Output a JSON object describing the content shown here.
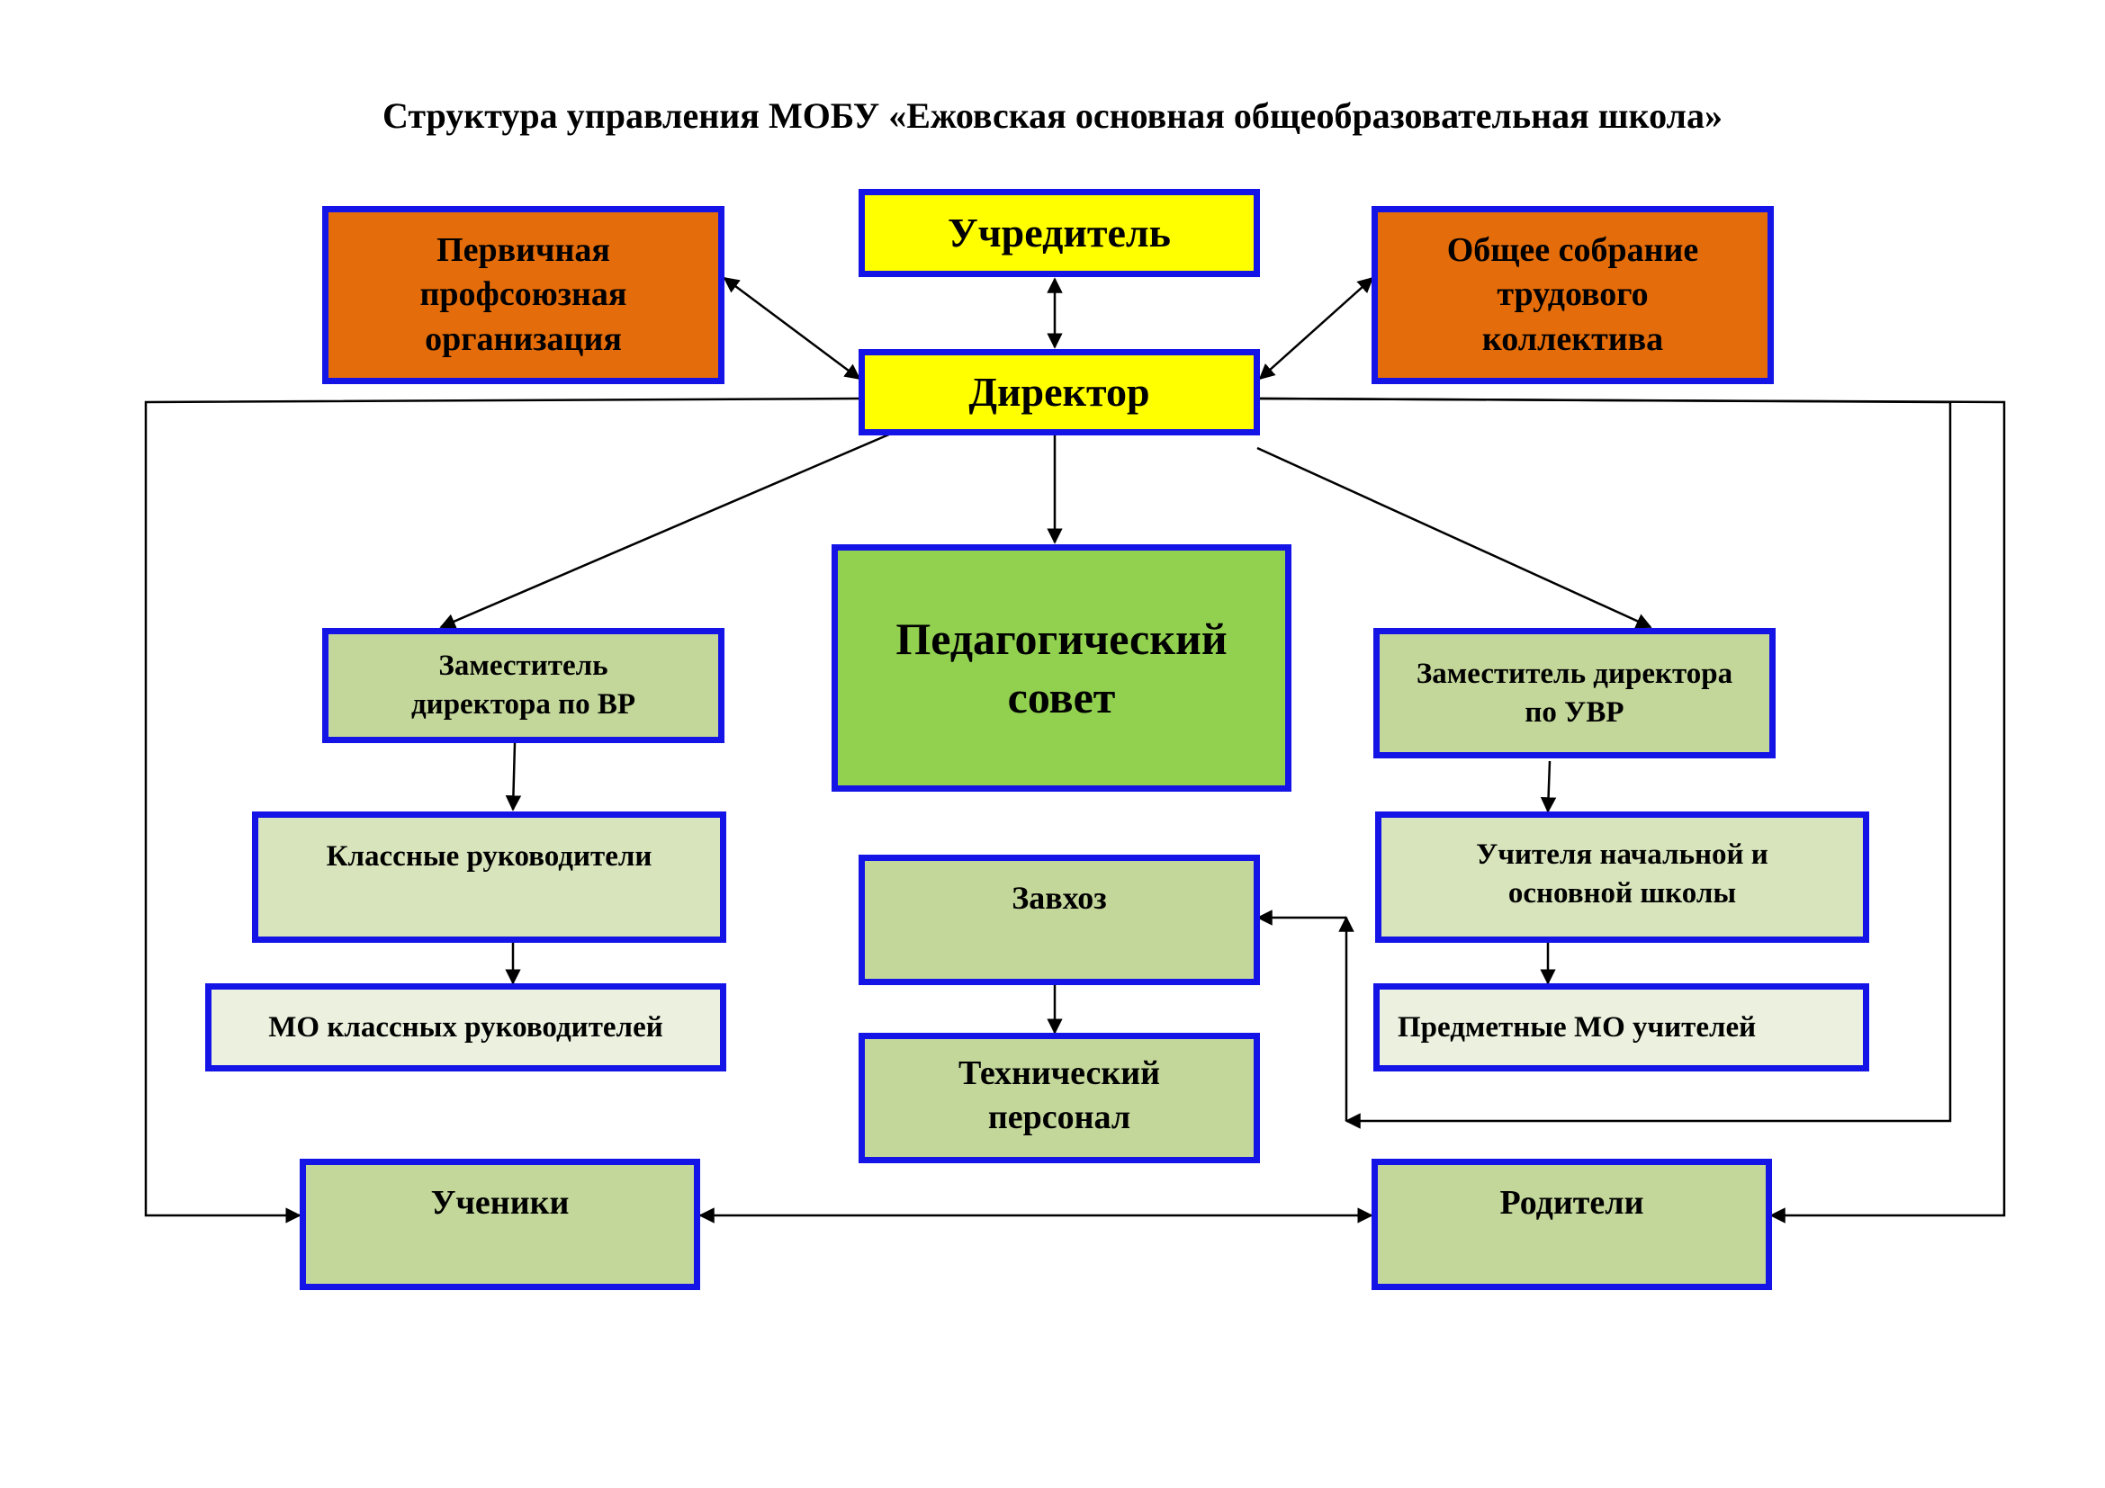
{
  "title": "Структура управления МОБУ «Ежовская основная общеобразовательная школа»",
  "colors": {
    "border": "#1414e6",
    "founder": "#ffff00",
    "orange": "#e46c0a",
    "green": "#92d050",
    "olive": "#c4d79b",
    "light": "#d8e4bc",
    "pale": "#ebf1de"
  },
  "nodes": {
    "founder": "Учредитель",
    "director": "Директор",
    "trade_union": "Первичная профсоюзная организация",
    "general_meeting": "Общее собрание трудового коллектива",
    "ped_council": "Педагогический совет",
    "deputy_vr": "Заместитель директора по ВР",
    "deputy_uvr": "Заместитель директора по УВР",
    "class_teachers": "Классные руководители",
    "mo_class_teachers": "МО классных руководителей",
    "teachers": "Учителя начальной и основной школы",
    "subject_mo": "Предметные МО учителей",
    "supply_manager": "Завхоз",
    "tech_staff": "Технический персонал",
    "students": "Ученики",
    "parents": "Родители"
  }
}
